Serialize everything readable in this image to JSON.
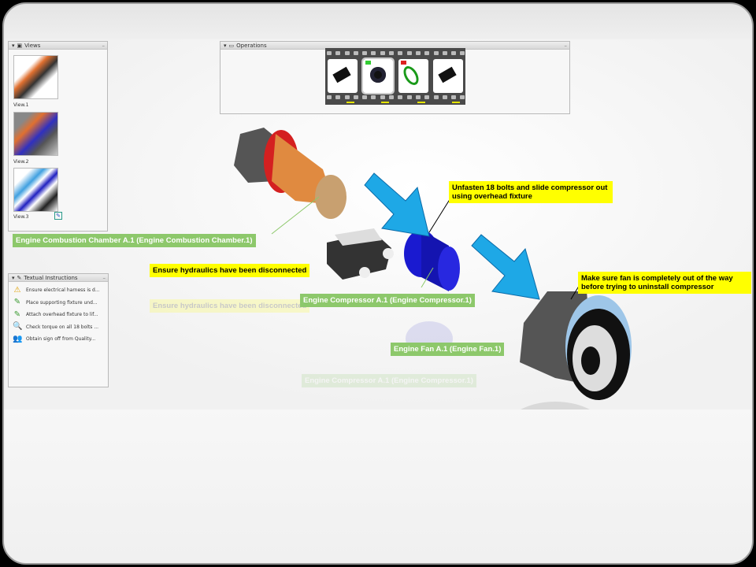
{
  "views_panel": {
    "title": "Views",
    "items": [
      {
        "label": "View.1"
      },
      {
        "label": "View.2"
      },
      {
        "label": "View.3"
      }
    ]
  },
  "instructions_panel": {
    "title": "Textual Instructions",
    "items": [
      {
        "icon": "warning-icon",
        "label": "Ensure electrical harness is d..."
      },
      {
        "icon": "edit-note-icon",
        "label": "Place supporting fixture und..."
      },
      {
        "icon": "edit-note-icon",
        "label": "Attach overhead fixture to lif..."
      },
      {
        "icon": "magnifier-icon",
        "label": "Check torque on all 18 bolts ..."
      },
      {
        "icon": "users-icon",
        "label": "Obtain sign off from Quality..."
      }
    ]
  },
  "operations_panel": {
    "title": "Operations",
    "frames": 4
  },
  "labels": {
    "combustion": "Engine Combustion Chamber A.1 (Engine Combustion Chamber.1)",
    "hydraulics": "Ensure hydraulics have been disconnected",
    "unfasten": "Unfasten 18 bolts and slide compressor out using overhead fixture",
    "compressor": "Engine Compressor A.1 (Engine Compressor.1)",
    "fan_note": "Make sure fan is completely out of the way before trying to uninstall compressor",
    "fan": "Engine Fan A.1 (Engine Fan.1)"
  },
  "colors": {
    "label_green": "#8dc86b",
    "note_yellow": "#ffff00",
    "arrow_blue": "#1ea8e6"
  }
}
